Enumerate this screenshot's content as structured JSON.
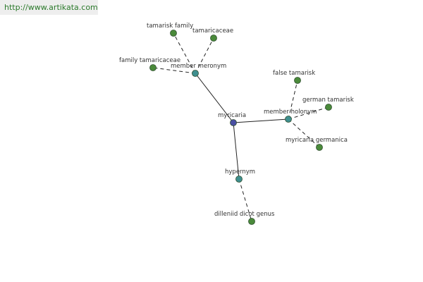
{
  "banner": {
    "url": "http://www.artikata.com"
  },
  "colors": {
    "center": "#4a4fa3",
    "relation": "#3f8f8f",
    "leaf": "#4a8a3a",
    "node_stroke": "#2f4f2f",
    "edge": "#222222",
    "banner_bg": "#eeeeee",
    "banner_text": "#2b7a2b"
  },
  "graph": {
    "center": {
      "id": "myricaria",
      "label": "myricaria"
    },
    "relations": [
      {
        "id": "member-meronym",
        "label": "member meronym"
      },
      {
        "id": "member-holonym",
        "label": "member holonym"
      },
      {
        "id": "hypernym",
        "label": "hypernym"
      }
    ],
    "leaves": [
      {
        "id": "tamarisk-family",
        "label": "tamarisk family",
        "relation": "member-meronym"
      },
      {
        "id": "tamaricaceae",
        "label": "tamaricaceae",
        "relation": "member-meronym"
      },
      {
        "id": "family-tamaricaceae",
        "label": "family tamaricaceae",
        "relation": "member-meronym"
      },
      {
        "id": "false-tamarisk",
        "label": "false tamarisk",
        "relation": "member-holonym"
      },
      {
        "id": "german-tamarisk",
        "label": "german tamarisk",
        "relation": "member-holonym"
      },
      {
        "id": "myricaria-germanica",
        "label": "myricaria germanica",
        "relation": "member-holonym"
      },
      {
        "id": "dilleniid-dicot-genus",
        "label": "dilleniid dicot genus",
        "relation": "hypernym"
      }
    ]
  }
}
